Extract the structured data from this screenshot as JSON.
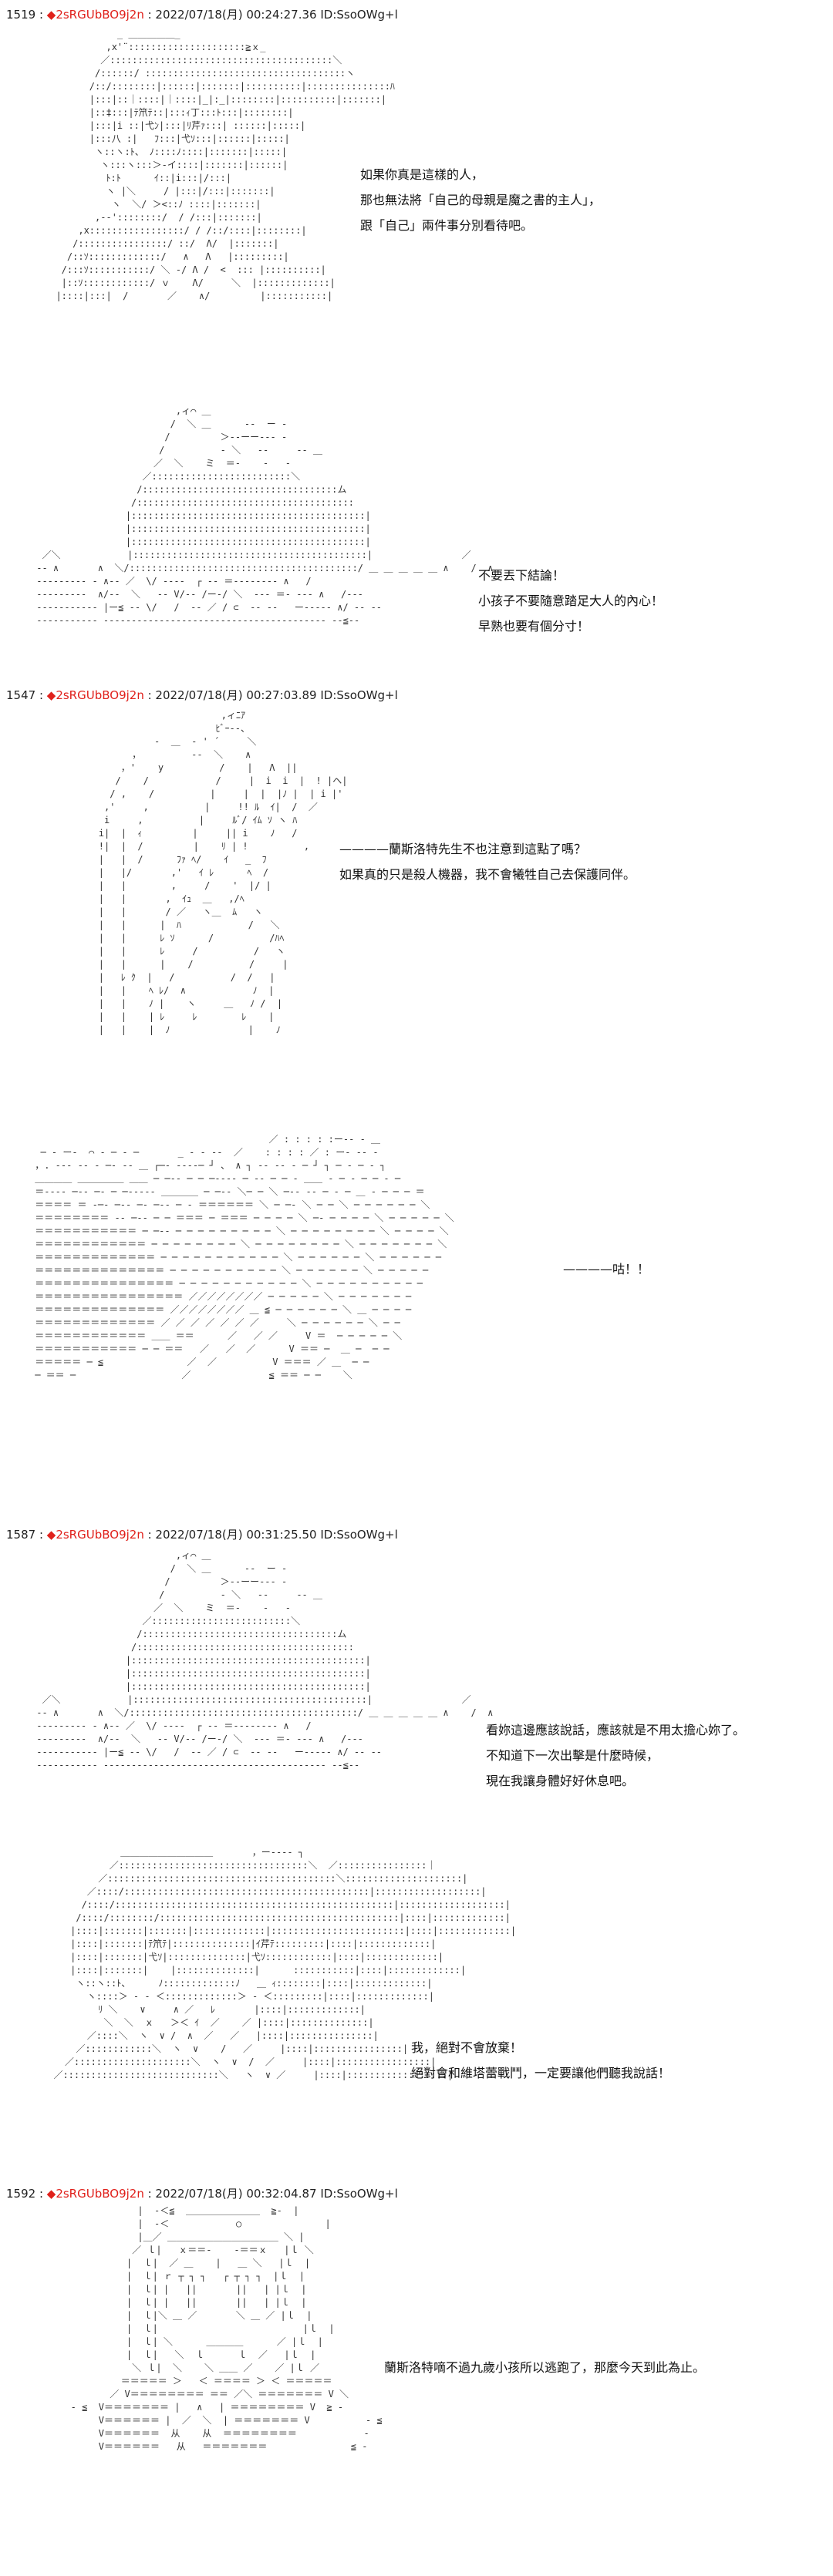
{
  "posts": [
    {
      "number": "1519",
      "name": "2sRGUbBO9j2n",
      "meta": "2022/07/18(月) 00:24:27.36 ID:SsoOWg+l",
      "dialogues": [
        [
          "如果你真是這樣的人，",
          "那也無法將「自己的母親是魔之書的主人」，",
          "跟「自己」兩件事分別看待吧。"
        ],
        [
          "不要丟下結論！",
          "小孩子不要隨意踏足大人的內心！",
          "早熟也要有個分寸！"
        ]
      ]
    },
    {
      "number": "1547",
      "name": "2sRGUbBO9j2n",
      "meta": "2022/07/18(月) 00:27:03.89 ID:SsoOWg+l",
      "dialogues": [
        [
          "————蘭斯洛特先生不也注意到這點了嗎？",
          "如果真的只是殺人機器，我不會犧牲自己去保護同伴。"
        ],
        [
          "————咕！！"
        ]
      ]
    },
    {
      "number": "1587",
      "name": "2sRGUbBO9j2n",
      "meta": "2022/07/18(月) 00:31:25.50 ID:SsoOWg+l",
      "dialogues": [
        [
          "看妳這邊應該說話，應該就是不用太擔心妳了。",
          "不知道下一次出擊是什麼時候，",
          "現在我讓身體好好休息吧。"
        ],
        [
          "我，絕對不會放棄！",
          "絕對會和維塔蕾戰鬥，一定要讓他們聽我說話！"
        ]
      ]
    },
    {
      "number": "1592",
      "name": "2sRGUbBO9j2n",
      "meta": "2022/07/18(月) 00:32:04.87 ID:SsoOWg+l",
      "dialogues": [
        [
          "蘭斯洛特嘀不過九歲小孩所以逃跑了，那麼今天到此為止。"
        ]
      ]
    }
  ]
}
